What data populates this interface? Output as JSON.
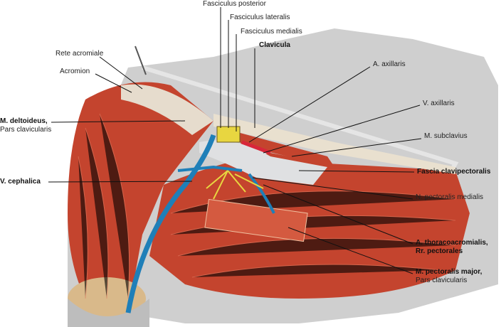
{
  "labels": {
    "fasciculus_posterior": "Fasciculus posterior",
    "fasciculus_lateralis": "Fasciculus lateralis",
    "fasciculus_medialis": "Fasciculus medialis",
    "clavicula": "Clavicula",
    "rete_acromiale": "Rete acromiale",
    "acromion": "Acromion",
    "a_axillaris": "A. axillaris",
    "v_axillaris": "V. axillaris",
    "m_deltoideus": "M. deltoideus,",
    "m_deltoideus_sub": "Pars clavicularis",
    "m_subclavius": "M. subclavius",
    "fascia_clavipectoralis": "Fascia clavipectoralis",
    "v_cephalica": "V. cephalica",
    "n_pectoralis_medialis": "N. pectoralis medialis",
    "a_thoracoacromialis": "A. thoracoacromialis,",
    "a_thoracoacromialis_sub": "Rr. pectorales",
    "m_pectoralis_major": "M. pectoralis major,",
    "m_pectoralis_major_sub": "Pars clavicularis"
  },
  "colors": {
    "muscle": "#c4442e",
    "vein": "#1f7fb8",
    "artery": "#d8263a",
    "nerve": "#e8d640",
    "skin": "#c9c9c9"
  }
}
